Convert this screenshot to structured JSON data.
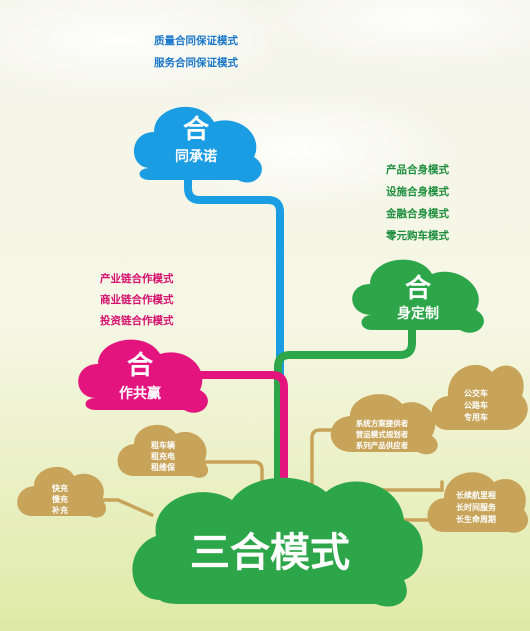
{
  "colors": {
    "blue": "#1B9DE3",
    "green": "#2DA64A",
    "magenta": "#E4147F",
    "gold": "#C8A45A",
    "blue_text": "#1B78C9",
    "green_text": "#1E8E3E",
    "magenta_text": "#D6106E"
  },
  "main": {
    "title": "三合模式"
  },
  "tongchengnuo": {
    "big": "合",
    "small": "同承诺",
    "items": [
      "质量合同保证模式",
      "服务合同保证模式"
    ]
  },
  "shendingzhi": {
    "big": "合",
    "small": "身定制",
    "items": [
      "产品合身模式",
      "设施合身模式",
      "金融合身模式",
      "零元购车模式"
    ]
  },
  "zuogongying": {
    "big": "合",
    "small": "作共赢",
    "items": [
      "产业链合作模式",
      "商业链合作模式",
      "投资链合作模式"
    ]
  },
  "small_clouds": {
    "bus": [
      "公交车",
      "公路车",
      "专用车"
    ],
    "system": [
      "系统方案提供者",
      "营运模式规划者",
      "系列产品供应者"
    ],
    "rental": [
      "租车辆",
      "租充电",
      "租维保"
    ],
    "charge": [
      "快充",
      "慢充",
      "补充"
    ],
    "life": [
      "长续航里程",
      "长时间服务",
      "长生命周期"
    ]
  }
}
